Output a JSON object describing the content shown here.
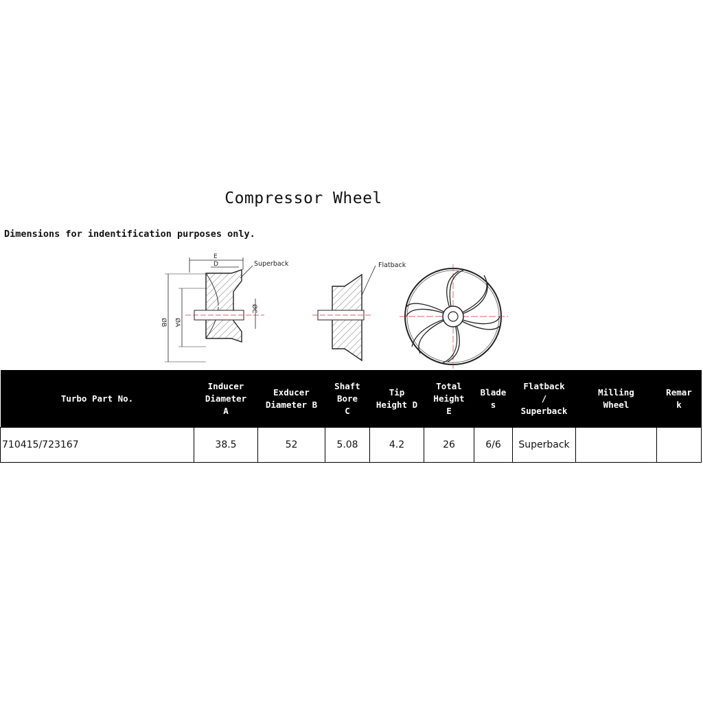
{
  "title": "Compressor Wheel",
  "subtitle": "Dimensions for indentification purposes only.",
  "drawing": {
    "labels": {
      "e": "E",
      "d": "D",
      "superback": "Superback",
      "flatback": "Flatback",
      "c": "ØC",
      "b": "ØB",
      "a": "ØA"
    }
  },
  "table": {
    "headers": [
      "Turbo Part No.",
      "Inducer\nDiameter\nA",
      "Exducer\nDiameter B",
      "Shaft\nBore\nC",
      "Tip\nHeight D",
      "Total\nHeight\nE",
      "Blade\ns",
      "Flatback\n/\nSuperback",
      "Milling\nWheel",
      "Remar\nk"
    ],
    "rows": [
      [
        "710415/723167",
        "38.5",
        "52",
        "5.08",
        "4.2",
        "26",
        "6/6",
        "Superback",
        "",
        ""
      ]
    ]
  }
}
